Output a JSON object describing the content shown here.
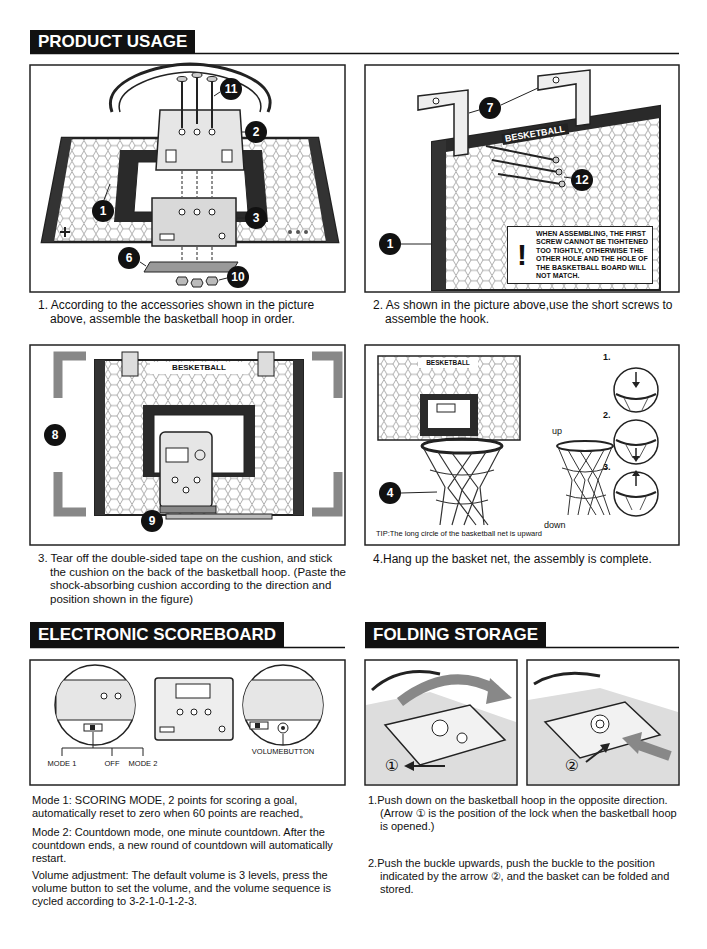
{
  "diagram": {
    "nodes": [
      {
        "text": [
          "PRODUCT USAGE"
        ]
      },
      {
        "text": [
          "11"
        ]
      },
      {
        "text": [
          "2"
        ]
      },
      {
        "text": [
          "1"
        ]
      },
      {
        "text": [
          "3"
        ]
      },
      {
        "text": [
          "6"
        ]
      },
      {
        "text": [
          "10"
        ]
      },
      {
        "text": [
          "7"
        ]
      },
      {
        "text": [
          "1"
        ]
      },
      {
        "text": [
          "12"
        ]
      },
      {
        "text": [
          "!",
          "WHEN ASSEMBLING, THE FIRST SCREW CANNOT BE TIGHTENED TOO TIGHTLY, OTHERWISE THE OTHER HOLE AND THE HOLE OF THE BASKETBALL BOARD WILL NOT MATCH."
        ]
      },
      {
        "text": [
          "8"
        ]
      },
      {
        "text": [
          "9"
        ]
      },
      {
        "text": [
          "4"
        ]
      },
      {
        "text": [
          "ELECTRONIC SCOREBOARD"
        ]
      },
      {
        "text": [
          "FOLDING STORAGE"
        ]
      }
    ],
    "labels": [
      "BESKETBALL",
      "1. According to the accessories shown in the picture above, assemble the basketball hoop in order.",
      "2. As shown in the picture above,use the short screws to assemble the hook.",
      "BESKETBALL",
      "BESKETBALL",
      "1.",
      "2.",
      "up",
      "3.",
      "down",
      "TIP:The long circle of the basketball net is upward",
      "3. Tear off the double-sided tape on the cushion, and stick the cushion on the back of the basketball hoop. (Paste the shock-absorbing cushion according to the direction and position shown in the figure)",
      "4.Hang up the basket net, the assembly is complete.",
      "MODE 1",
      "OFF",
      "MODE 2",
      "VOLUMEBUTTON",
      "①",
      "②",
      "Mode 1: SCORING MODE, 2 points for scoring a goal, automatically reset to zero when 60 points are reached。",
      "1.Push down on the basketball hoop in the opposite direction. (Arrow ① is the position of the lock when the basketball hoop is opened.)",
      "Mode 2: Countdown mode, one minute countdown. After the countdown ends, a new round of countdown will automatically restart.",
      "2.Push the buckle upwards, push the buckle to the position indicated by the arrow ②, and the basket can be folded and stored.",
      "Volume adjustment: The default volume is 3 levels, press the volume button to set the volume, and the volume sequence is cycled according to 3-2-1-0-1-2-3."
    ]
  }
}
